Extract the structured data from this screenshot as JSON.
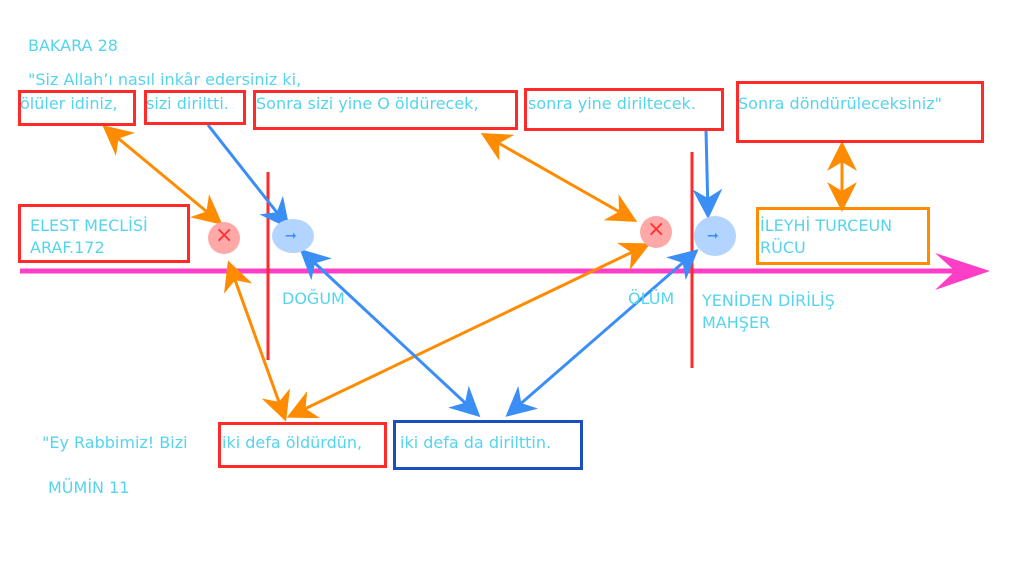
{
  "verse_top": {
    "reference": "BAKARA 28",
    "line1": "\"Siz Allah’ı nasıl inkâr edersiniz ki,",
    "segments": [
      "ölüler idiniz,",
      "sizi diriltti.",
      "Sonra sizi yine O öldürecek,",
      "sonra yine diriltecek.",
      "Sonra döndürüleceksiniz\""
    ]
  },
  "labels": {
    "elest_line1": "ELEST MECLİSİ",
    "elest_line2": "ARAF.172",
    "birth": "DOĞUM",
    "death": "ÖLÜM",
    "resurrection_line1": "YENİDEN DİRİLİŞ",
    "resurrection_line2": "MAHŞER",
    "return_line1": "İLEYHİ TURCEUN",
    "return_line2": "RÜCU"
  },
  "icons": {
    "death": "×",
    "life": "➞"
  },
  "verse_bottom": {
    "prefix": "\"Ey Rabbimiz! Bizi",
    "segment1": "iki defa öldürdün,",
    "segment2": "iki defa da dirilttin.",
    "reference": "MÜMİN 11"
  },
  "colors": {
    "text": "#55d4ee",
    "red": "#ff2a2a",
    "orange": "#ff8c00",
    "blue": "#3a8ef5",
    "axis": "#ff3ec8",
    "darkblue": "#1a4fc0"
  }
}
